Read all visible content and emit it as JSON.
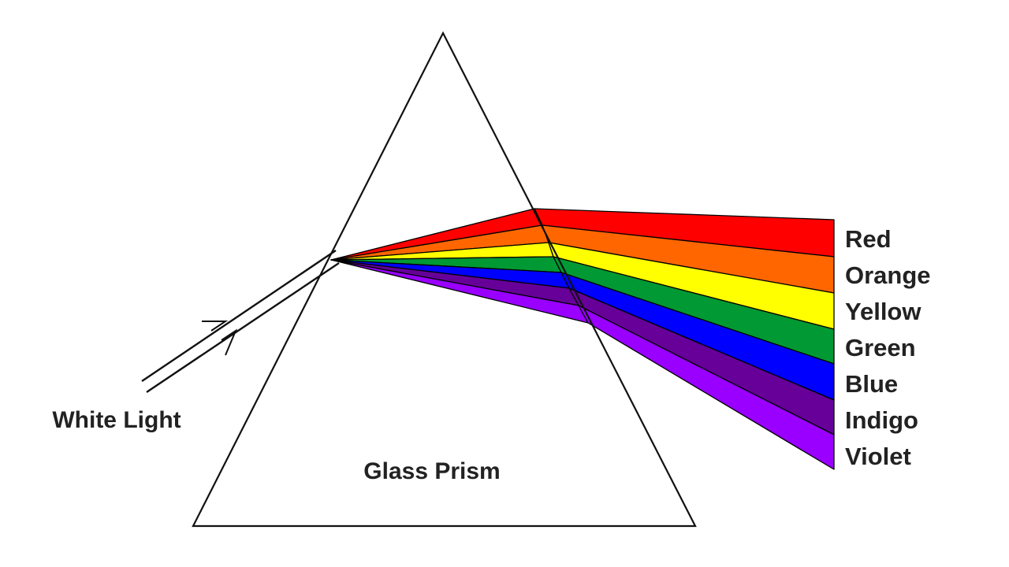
{
  "diagram": {
    "prism_label": "Glass Prism",
    "source_label": "White Light",
    "line_color": "#111111",
    "spectrum": [
      {
        "name": "Red",
        "color": "#ff0000"
      },
      {
        "name": "Orange",
        "color": "#ff6600"
      },
      {
        "name": "Yellow",
        "color": "#ffff00"
      },
      {
        "name": "Green",
        "color": "#009933"
      },
      {
        "name": "Blue",
        "color": "#0000ff"
      },
      {
        "name": "Indigo",
        "color": "#660099"
      },
      {
        "name": "Violet",
        "color": "#9900ff"
      }
    ]
  }
}
